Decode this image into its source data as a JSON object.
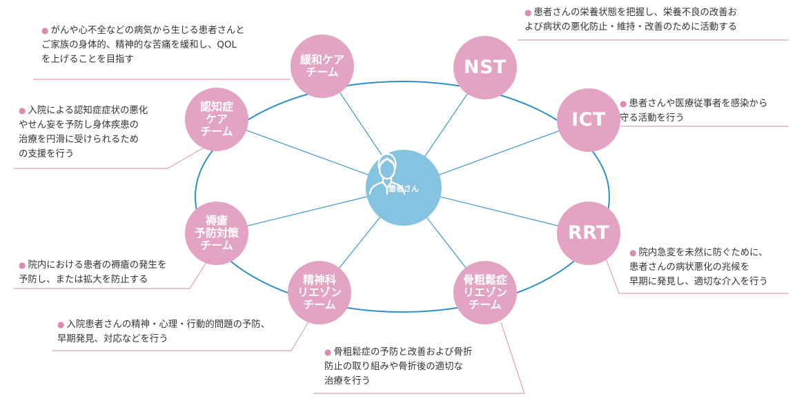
{
  "colors": {
    "team_pink": "#e3a3c3",
    "center_blue": "#86c3e0",
    "ellipse_blue": "#2e8fc8",
    "spoke_blue": "#3a95c9",
    "leader_pink": "#d9a3bf",
    "bullet_pink": "#d98cb3",
    "text": "#333333"
  },
  "center": {
    "label": "患者さん",
    "icon": "patient-person-icon"
  },
  "teams": [
    {
      "id": "kanwa",
      "name": "緩和ケア\nチーム",
      "description": "がんや心不全などの病気から生じる患者さんと\nご家族の身体的、精神的な苦痛を緩和し、QOL\nを上げることを目指す"
    },
    {
      "id": "nst",
      "name": "NST",
      "description": "患者さんの栄養状態を把握し、栄養不良の改善お\nよび病状の悪化防止・維持・改善のために活動する"
    },
    {
      "id": "ict",
      "name": "ICT",
      "description": "患者さんや医療従事者を感染から\n守る活動を行う"
    },
    {
      "id": "rrt",
      "name": "RRT",
      "description": "院内急変を未然に防ぐために、\n患者さんの病状悪化の兆候を\n早期に発見し、適切な介入を行う"
    },
    {
      "id": "kotsuso",
      "name": "骨粗鬆症\nリエゾン\nチーム",
      "description": "骨粗鬆症の予防と改善および骨折\n防止の取り組みや骨折後の適切な\n治療を行う"
    },
    {
      "id": "seishin",
      "name": "精神科\nリエゾン\nチーム",
      "description": "入院患者さんの精神・心理・行動的問題の予防、\n早期発見、対応などを行う"
    },
    {
      "id": "jokuso",
      "name": "褥瘡\n予防対策\nチーム",
      "description": "院内における患者の褥瘡の発生を\n予防し、または拡大を防止する"
    },
    {
      "id": "ninchi",
      "name": "認知症\nケア\nチーム",
      "description": "入院による認知症症状の悪化\nやせん妄を予防し身体疾患の\n治療を円滑に受けられるため\nの支援を行う"
    }
  ]
}
